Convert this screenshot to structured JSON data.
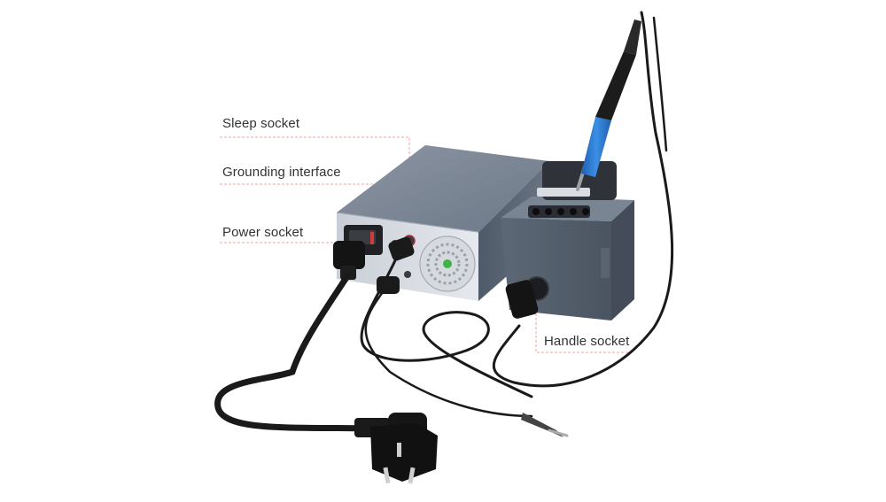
{
  "callouts": {
    "sleep_socket": "Sleep socket",
    "grounding_interface": "Grounding interface",
    "power_socket": "Power socket",
    "handle_socket": "Handle socket"
  },
  "colors": {
    "leader_line": "#f2a3a3",
    "station_body": "#5f6b7a",
    "stand_body": "#566270",
    "iron_grip": "#2f7fd6",
    "cable": "#1a1a1a",
    "fan_accent": "#3fb24a"
  }
}
